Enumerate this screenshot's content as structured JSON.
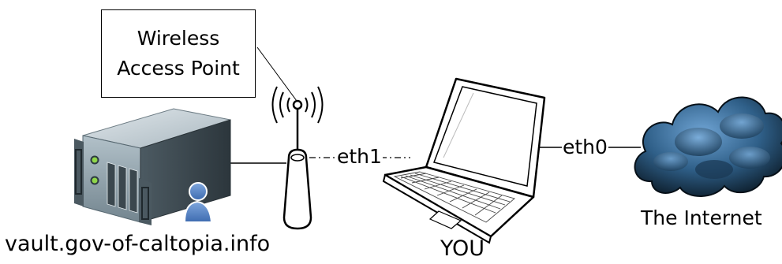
{
  "callout": {
    "line1": "Wireless",
    "line2": "Access Point"
  },
  "connections": {
    "eth1": "eth1",
    "eth0": "eth0"
  },
  "nodes": {
    "server": {
      "label": "vault.gov-of-caltopia.info"
    },
    "laptop": {
      "label": "YOU"
    },
    "cloud": {
      "label": "The Internet"
    }
  },
  "colors": {
    "server_body": "#8fa3ad",
    "server_dark": "#3c4a52",
    "cloud_dark": "#0f2434",
    "cloud_light": "#5f93c4",
    "user_icon": "#5a88c8",
    "led_green": "#8fd64a"
  }
}
